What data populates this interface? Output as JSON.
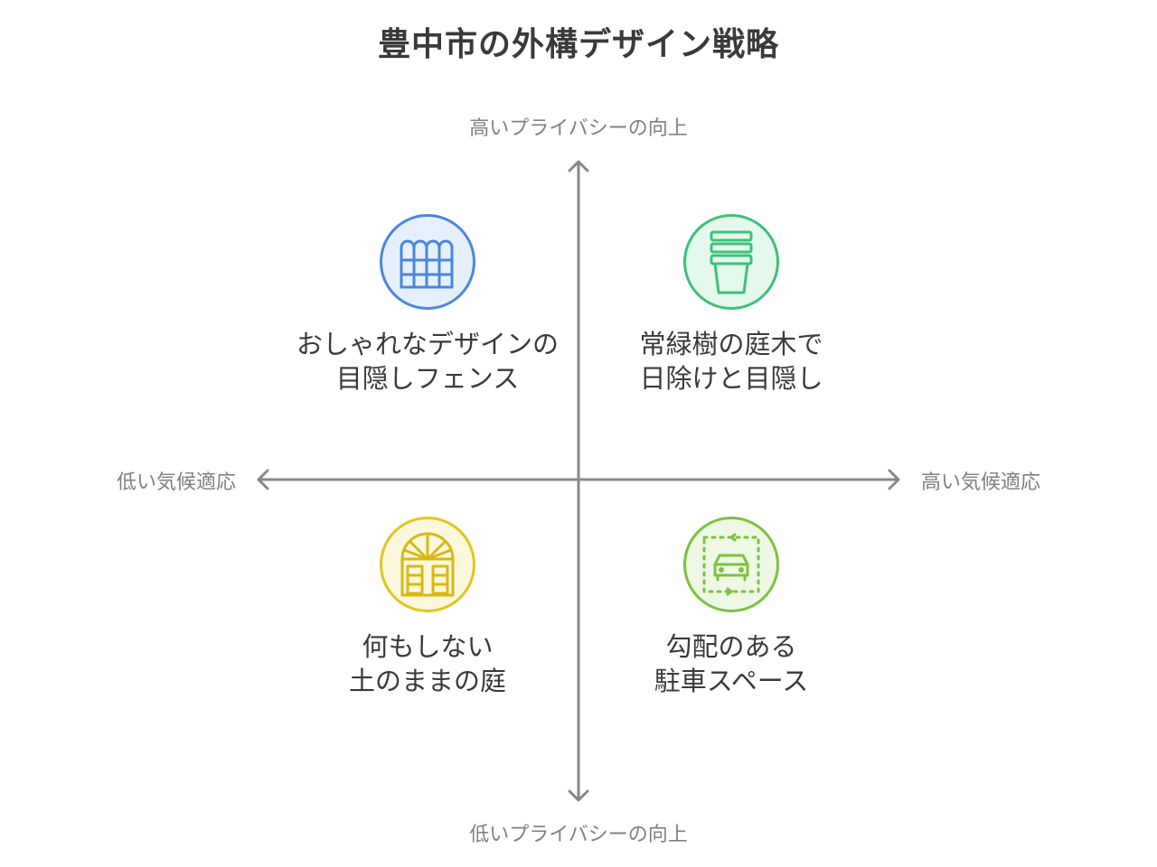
{
  "title": "豊中市の外構デザイン戦略",
  "axes": {
    "top": "高いプライバシーの向上",
    "bottom": "低いプライバシーの向上",
    "left": "低い気候適応",
    "right": "高い気候適応"
  },
  "quadrants": {
    "top_left": {
      "icon": "fence-icon",
      "color": "#4a86e0",
      "line1": "おしゃれなデザインの",
      "line2": "目隠しフェンス"
    },
    "top_right": {
      "icon": "planter-icon",
      "color": "#3ec07a",
      "line1": "常緑樹の庭木で",
      "line2": "日除けと目隠し"
    },
    "bottom_left": {
      "icon": "arched-window-icon",
      "color": "#e3c51e",
      "line1": "何もしない",
      "line2": "土のままの庭"
    },
    "bottom_right": {
      "icon": "parking-car-icon",
      "color": "#7dc142",
      "line1": "勾配のある",
      "line2": "駐車スペース"
    }
  }
}
